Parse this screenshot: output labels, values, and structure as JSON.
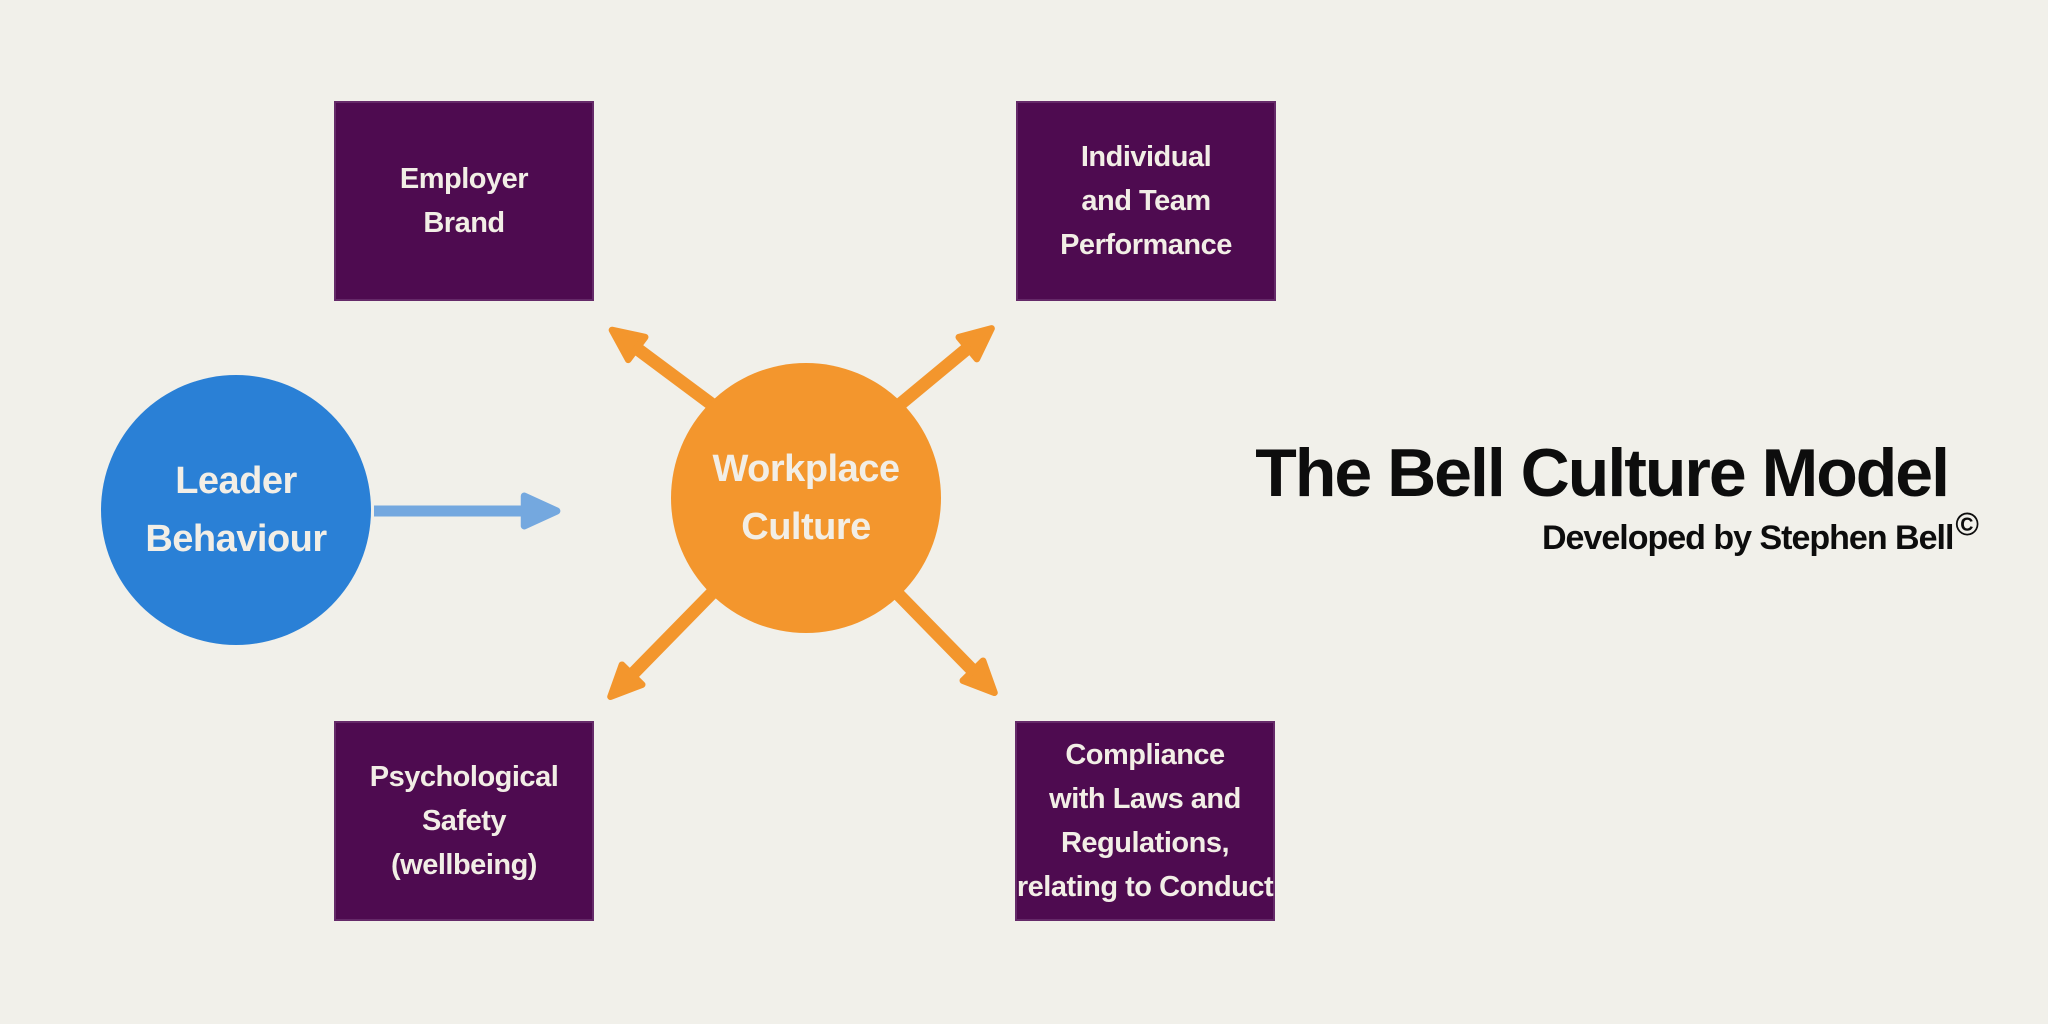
{
  "title": {
    "text": "The Bell Culture Model",
    "subtitle": "Developed by Stephen Bell",
    "copyright_symbol": "©"
  },
  "nodes": {
    "leader_behaviour": {
      "lines": [
        "Leader",
        "Behaviour"
      ],
      "shape": "circle"
    },
    "workplace_culture": {
      "lines": [
        "Workplace",
        "Culture"
      ],
      "shape": "circle"
    }
  },
  "boxes": {
    "employer_brand": {
      "lines": [
        "Employer",
        "Brand"
      ]
    },
    "individual_team_performance": {
      "lines": [
        "Individual",
        "and Team",
        "Performance"
      ]
    },
    "psychological_safety": {
      "lines": [
        "Psychological",
        "Safety",
        "(wellbeing)"
      ]
    },
    "compliance": {
      "lines": [
        "Compliance",
        "with Laws and",
        "Regulations,",
        "relating to Conduct"
      ]
    }
  },
  "arrows": [
    {
      "name": "leader-to-culture",
      "color": "#74A8DF",
      "direction": "right"
    },
    {
      "name": "culture-to-employer-brand",
      "color": "#F3962D",
      "direction": "up-left"
    },
    {
      "name": "culture-to-performance",
      "color": "#F3962D",
      "direction": "up-right"
    },
    {
      "name": "culture-to-safety",
      "color": "#F3962D",
      "direction": "down-left"
    },
    {
      "name": "culture-to-compliance",
      "color": "#F3962D",
      "direction": "down-right"
    }
  ],
  "colors": {
    "background": "#F1F0EA",
    "purple": "#4E0B50",
    "orange": "#F3962D",
    "blue": "#2A80D6",
    "arrow-blue": "#74A8DF",
    "text-light": "#F2EEE6",
    "text-dark": "#0D0D0D"
  }
}
